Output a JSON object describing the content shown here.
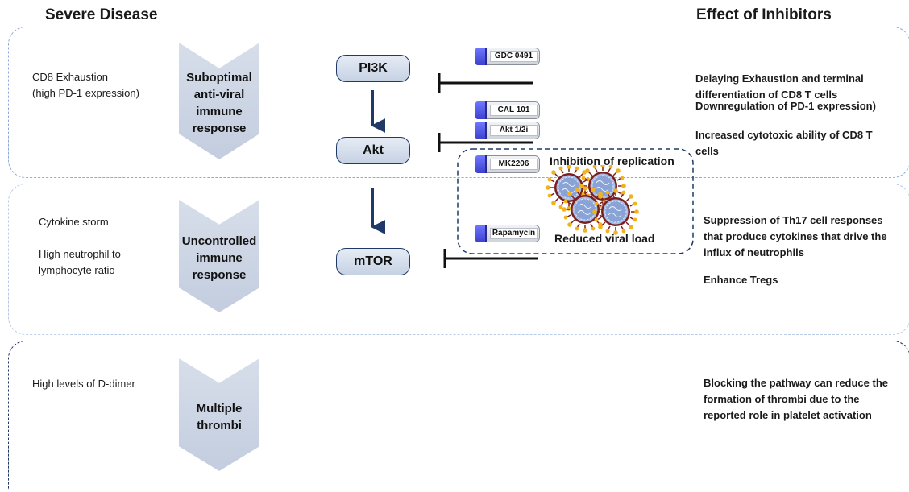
{
  "headers": {
    "left": "Severe Disease",
    "right": "Effect of Inhibitors"
  },
  "panel1": {
    "left_text": [
      "CD8 Exhaustion",
      "(high PD-1 expression)"
    ],
    "chevron": [
      "Suboptimal",
      "anti-viral",
      "immune",
      "response"
    ],
    "effects": {
      "e1": [
        "Delaying Exhaustion and terminal",
        "differentiation of CD8 T cells"
      ],
      "e2": [
        "Downregulation of PD-1 expression)"
      ],
      "e3": [
        "Increased cytotoxic ability of CD8 T",
        "cells"
      ]
    }
  },
  "panel2": {
    "left_text": {
      "a": "Cytokine storm",
      "b": [
        "High neutrophil to",
        "lymphocyte ratio"
      ]
    },
    "chevron": [
      "Uncontrolled",
      "immune",
      "response"
    ],
    "effects": {
      "e1": [
        "Suppression of Th17 cell responses",
        "that produce cytokines that drive the",
        "influx of neutrophils"
      ],
      "e2": [
        "Enhance Tregs"
      ]
    }
  },
  "panel3": {
    "left_text": "High levels of D-dimer",
    "chevron": [
      "Multiple",
      "thrombi"
    ],
    "effects": [
      "Blocking the pathway can reduce the",
      "formation of thrombi due to the",
      "reported role in platelet activation"
    ]
  },
  "pathway": {
    "pi3k": "PI3K",
    "akt": "Akt",
    "mtor": "mTOR"
  },
  "inhibitors": {
    "gdc": "GDC 0491",
    "cal": "CAL 101",
    "akt12": "Akt 1/2i",
    "mk": "MK2206",
    "rapa": "Rapamycin"
  },
  "viral_box": {
    "title": "Inhibition of replication",
    "caption": "Reduced viral load"
  },
  "colors": {
    "panel1_border": "#8ea9d8",
    "panel2_border": "#b9cbe6",
    "panel3_border": "#1f3864",
    "arrow": "#1f3a68",
    "virus_body": "#8aa3d6",
    "virus_spike": "#f2b21c",
    "virus_ring": "#7a1f1f"
  }
}
